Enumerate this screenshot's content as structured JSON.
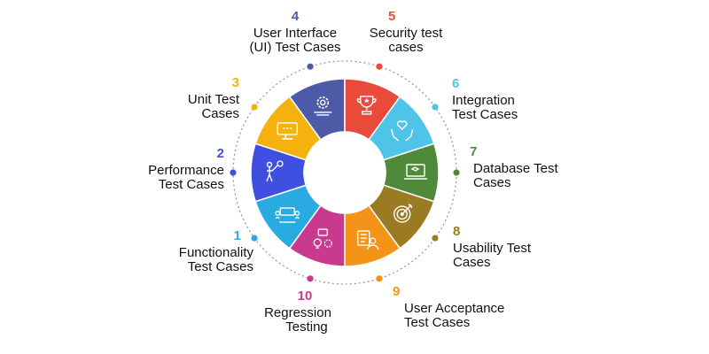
{
  "categories": [
    {
      "num": "1",
      "line1": "Functionality",
      "line2": "Test Cases",
      "color": "#29abe2",
      "icon": "meeting-icon"
    },
    {
      "num": "2",
      "line1": "Performance",
      "line2": "Test Cases",
      "color": "#3f4fe0",
      "icon": "presenter-icon"
    },
    {
      "num": "3",
      "line1": "Unit Test",
      "line2": "Cases",
      "color": "#f5b20f",
      "icon": "screen-chat-icon"
    },
    {
      "num": "4",
      "line1": "User Interface",
      "line2": "(UI) Test Cases",
      "color": "#4d5aa8",
      "icon": "gear-tools-icon"
    },
    {
      "num": "5",
      "line1": "Security test",
      "line2": "cases",
      "color": "#e84b3a",
      "icon": "trophy-icon"
    },
    {
      "num": "6",
      "line1": "Integration",
      "line2": "Test Cases",
      "color": "#4dc4e8",
      "icon": "hands-heart-icon"
    },
    {
      "num": "7",
      "line1": "Database Test",
      "line2": "Cases",
      "color": "#4f8a3a",
      "icon": "laptop-icon"
    },
    {
      "num": "8",
      "line1": "Usability Test",
      "line2": "Cases",
      "color": "#9a7a22",
      "icon": "target-icon"
    },
    {
      "num": "9",
      "line1": "User Acceptance",
      "line2": "Test Cases",
      "color": "#f39318",
      "icon": "user-checklist-icon"
    },
    {
      "num": "10",
      "line1": "Regression",
      "line2": "Testing",
      "color": "#c93a8e",
      "icon": "bulb-settings-icon"
    }
  ]
}
